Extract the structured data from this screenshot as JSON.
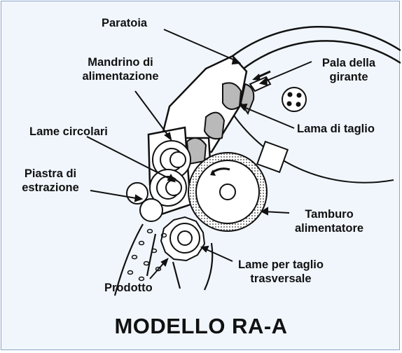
{
  "labels": {
    "paratoia": "Paratoia",
    "mandrino_1": "Mandrino di",
    "mandrino_2": "alimentazione",
    "pala_1": "Pala della",
    "pala_2": "girante",
    "lame_circolari": "Lame circolari",
    "lama_taglio": "Lama di taglio",
    "piastra_1": "Piastra di",
    "piastra_2": "estrazione",
    "tamburo_1": "Tamburo",
    "tamburo_2": "alimentatore",
    "lame_trasv_1": "Lame per taglio",
    "lame_trasv_2": "trasversale",
    "prodotto": "Prodotto"
  },
  "title": "MODELLO RA-A"
}
